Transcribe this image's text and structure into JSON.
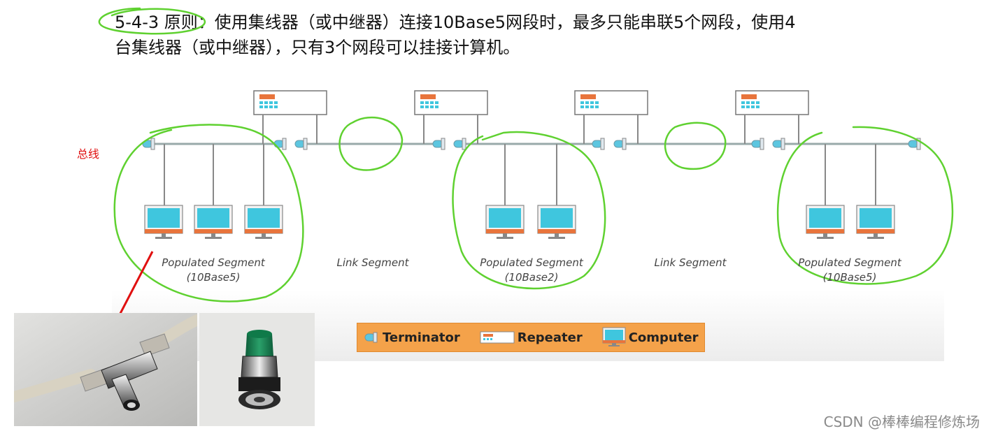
{
  "rule": {
    "prefix": "5-4-3",
    "line1": " 原则：使用集线器（或中继器）连接10Base5网段时，最多只能串联5个网段，使用4",
    "line2": "台集线器（或中继器），只有3个网段可以挂接计算机。"
  },
  "annotation": {
    "bus_label": "总线"
  },
  "segments": [
    {
      "name": "Populated Segment",
      "sub": "(10Base5)"
    },
    {
      "name": "Link Segment",
      "sub": ""
    },
    {
      "name": "Populated Segment",
      "sub": "(10Base2)"
    },
    {
      "name": "Link Segment",
      "sub": ""
    },
    {
      "name": "Populated Segment",
      "sub": "(10Base5)"
    }
  ],
  "legend": {
    "terminator": "Terminator",
    "repeater": "Repeater",
    "computer": "Computer"
  },
  "colors": {
    "highlight": "#5fd130",
    "arrow": "#e01010",
    "legend_bg": "#f4a24a",
    "screen": "#3fc6de",
    "repeater_bar": "#e8743c"
  },
  "watermark": "CSDN @棒棒编程修炼场"
}
